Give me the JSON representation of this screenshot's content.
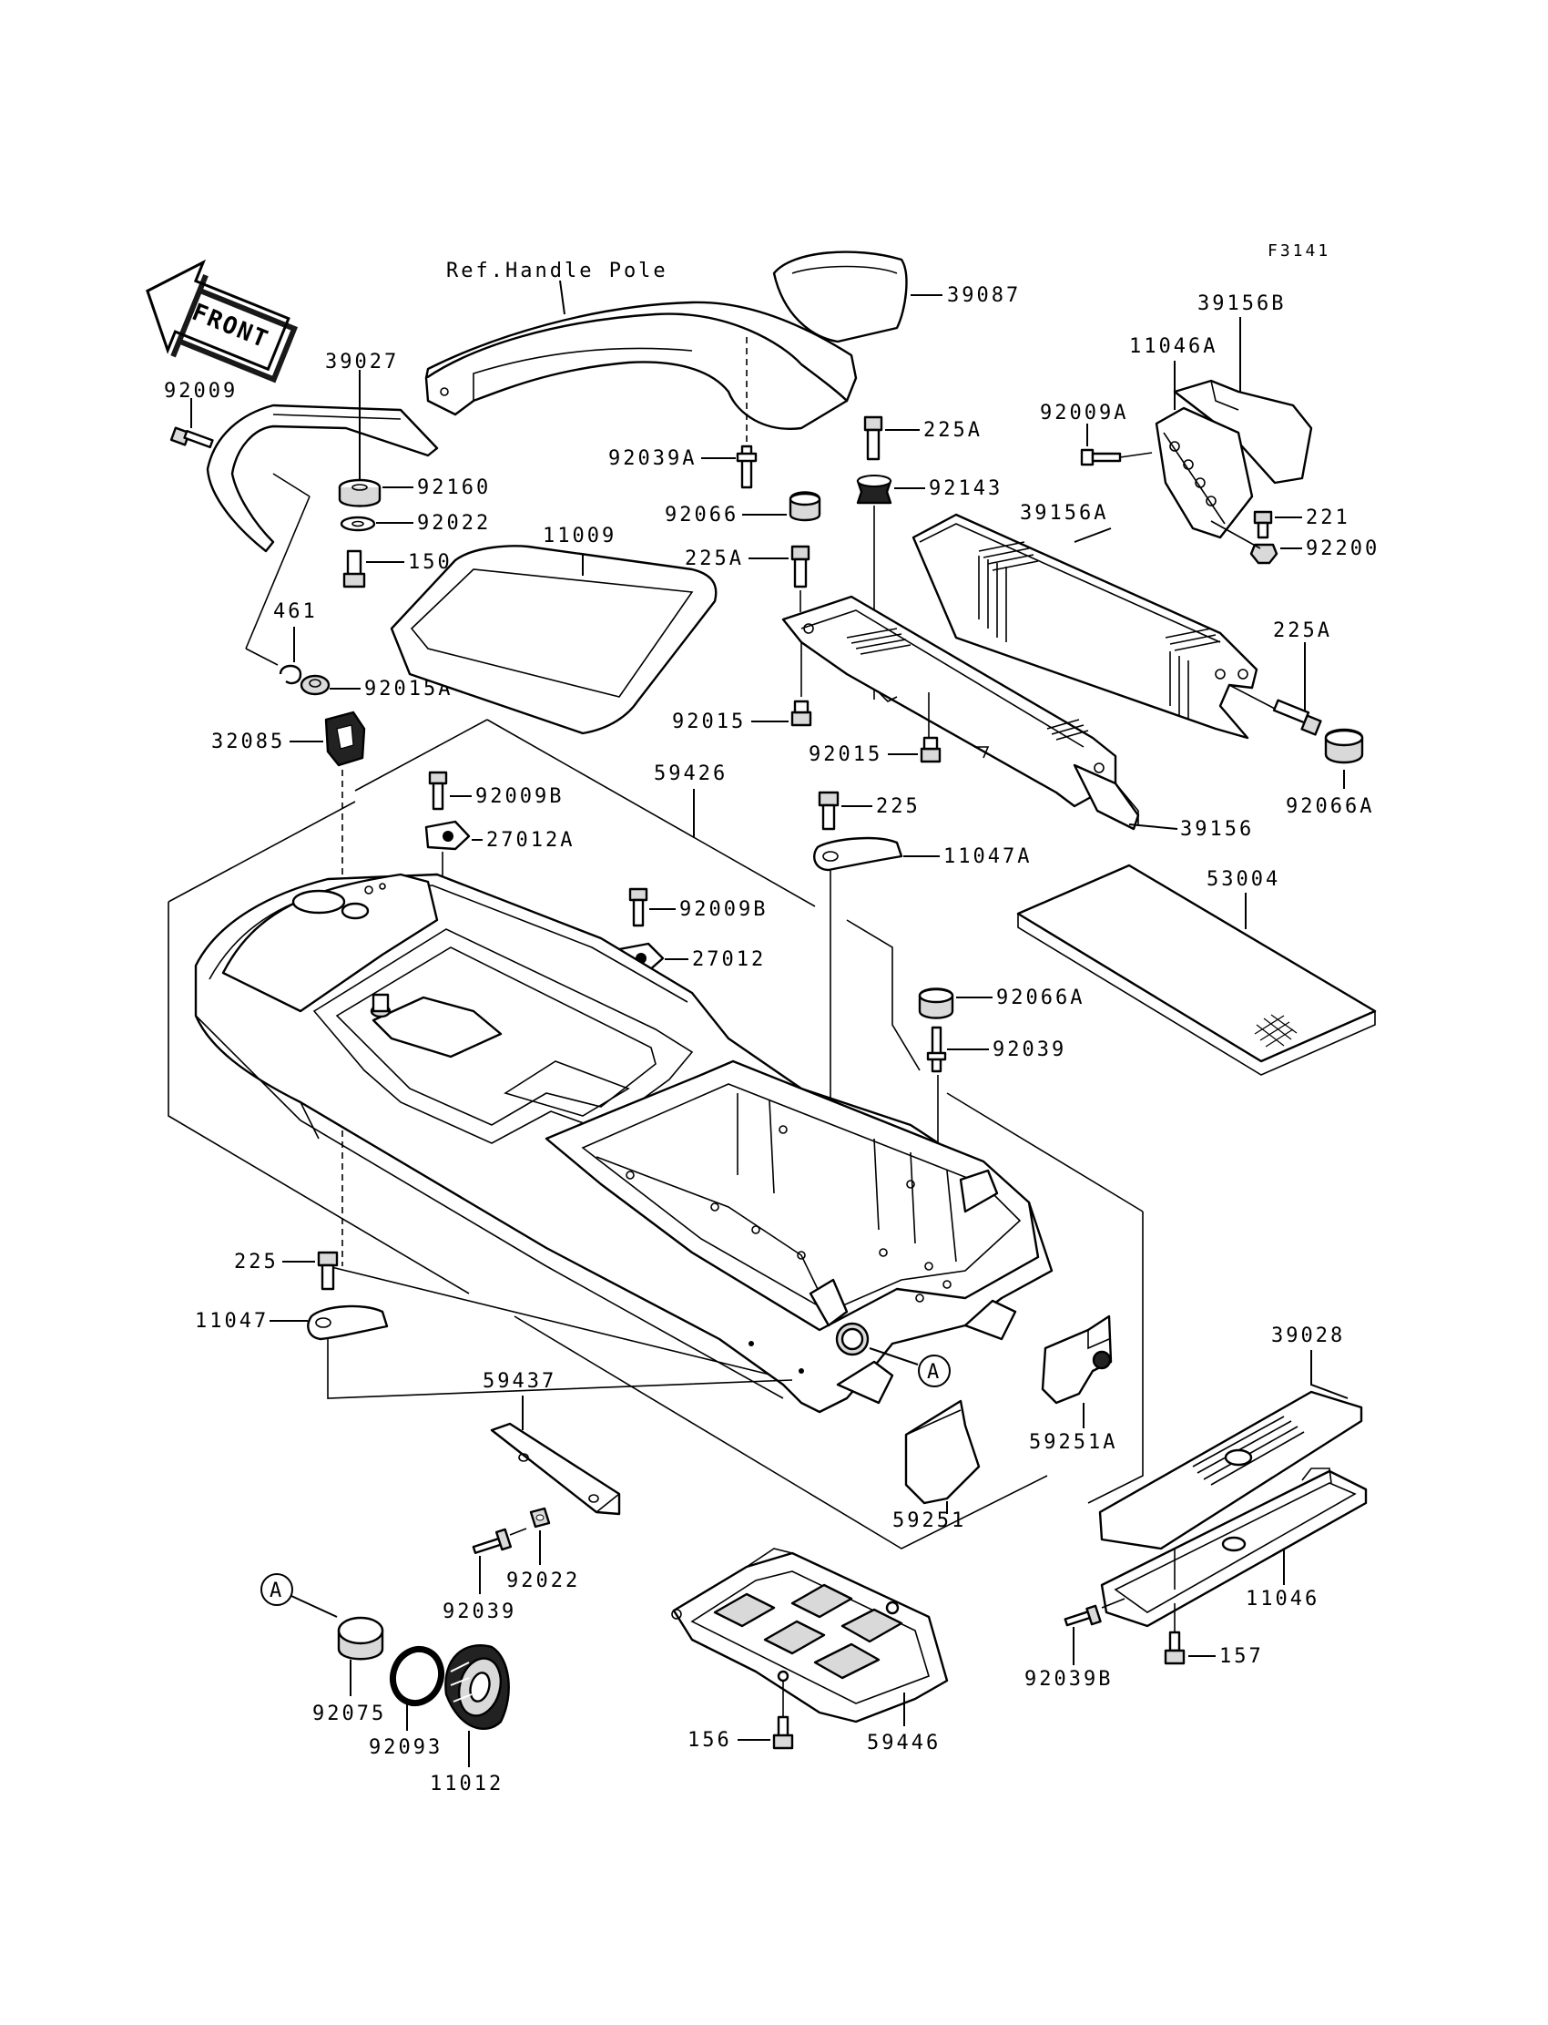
{
  "figure_code": "F3141",
  "ref_label": "Ref.Handle Pole",
  "front_label": "FRONT",
  "callout_A": "A",
  "parts": {
    "p39087": "39087",
    "p39156B": "39156B",
    "p11046A": "11046A",
    "p39027": "39027",
    "p92009": "92009",
    "p92009A": "92009A",
    "p225A_1": "225A",
    "p92039A": "92039A",
    "p92143": "92143",
    "p92160": "92160",
    "p92022_1": "92022",
    "p150": "150",
    "p11009": "11009",
    "p92066": "92066",
    "p225A_2": "225A",
    "p39156A": "39156A",
    "p221": "221",
    "p92200": "92200",
    "p461": "461",
    "p92015A": "92015A",
    "p92015_1": "92015",
    "p92015_2": "92015",
    "p225A_3": "225A",
    "p32085": "32085",
    "p92009B_1": "92009B",
    "p59426": "59426",
    "p225_1": "225",
    "p92066A_1": "92066A",
    "p27012A": "27012A",
    "p11047A": "11047A",
    "p39156": "39156",
    "p53004": "53004",
    "p92009B_2": "92009B",
    "p27012": "27012",
    "p92066A_2": "92066A",
    "p92039_1": "92039",
    "p225_2": "225",
    "p11047": "11047",
    "p39028": "39028",
    "p59437": "59437",
    "p59251A": "59251A",
    "p59251": "59251",
    "p92022_2": "92022",
    "p92039_2": "92039",
    "p11046": "11046",
    "p92039B": "92039B",
    "p157": "157",
    "p92075": "92075",
    "p92093": "92093",
    "p11012": "11012",
    "p156": "156",
    "p59446": "59446"
  }
}
